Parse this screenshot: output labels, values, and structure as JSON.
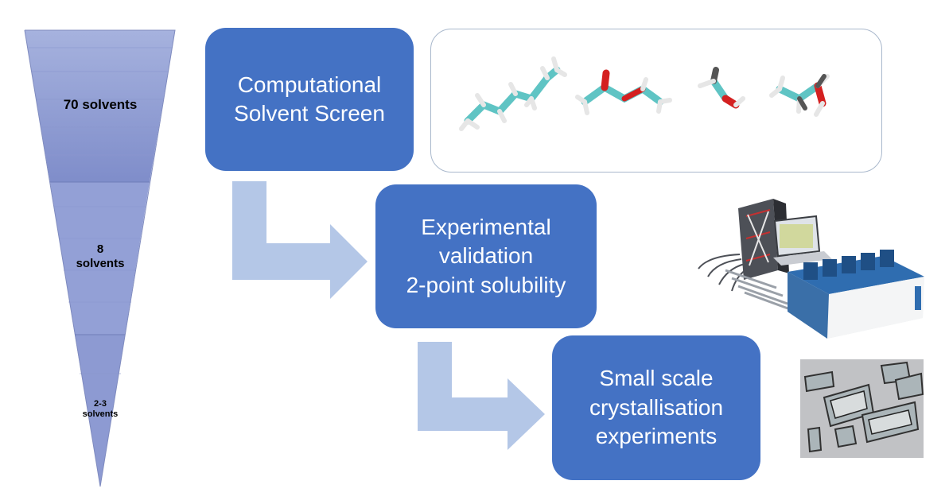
{
  "funnel": {
    "stages": [
      {
        "label": "70 solvents"
      },
      {
        "label_line1": "8",
        "label_line2": "solvents"
      },
      {
        "label_line1": "2-3",
        "label_line2": "solvents"
      }
    ]
  },
  "steps": [
    {
      "lines": [
        "Computational",
        "Solvent Screen"
      ]
    },
    {
      "lines": [
        "Experimental",
        "validation",
        "2-point solubility"
      ]
    },
    {
      "lines": [
        "Small scale",
        "crystallisation",
        "experiments"
      ]
    }
  ],
  "colors": {
    "box": "#4472c4",
    "arrow": "#b4c7e7",
    "funnel_top": "#a4b0dd",
    "funnel_bottom": "#7c8bc9",
    "carbon": "#5fc4c4",
    "hydrogen": "#e8e8e8",
    "oxygen": "#d42020"
  },
  "icons": {
    "molecules": [
      "hexane-molecule-icon",
      "ethyl-acetate-molecule-icon",
      "methanol-molecule-icon",
      "propanol-molecule-icon"
    ],
    "instrument": "solubility-instrument-icon",
    "crystals": "crystal-micrograph-icon"
  }
}
